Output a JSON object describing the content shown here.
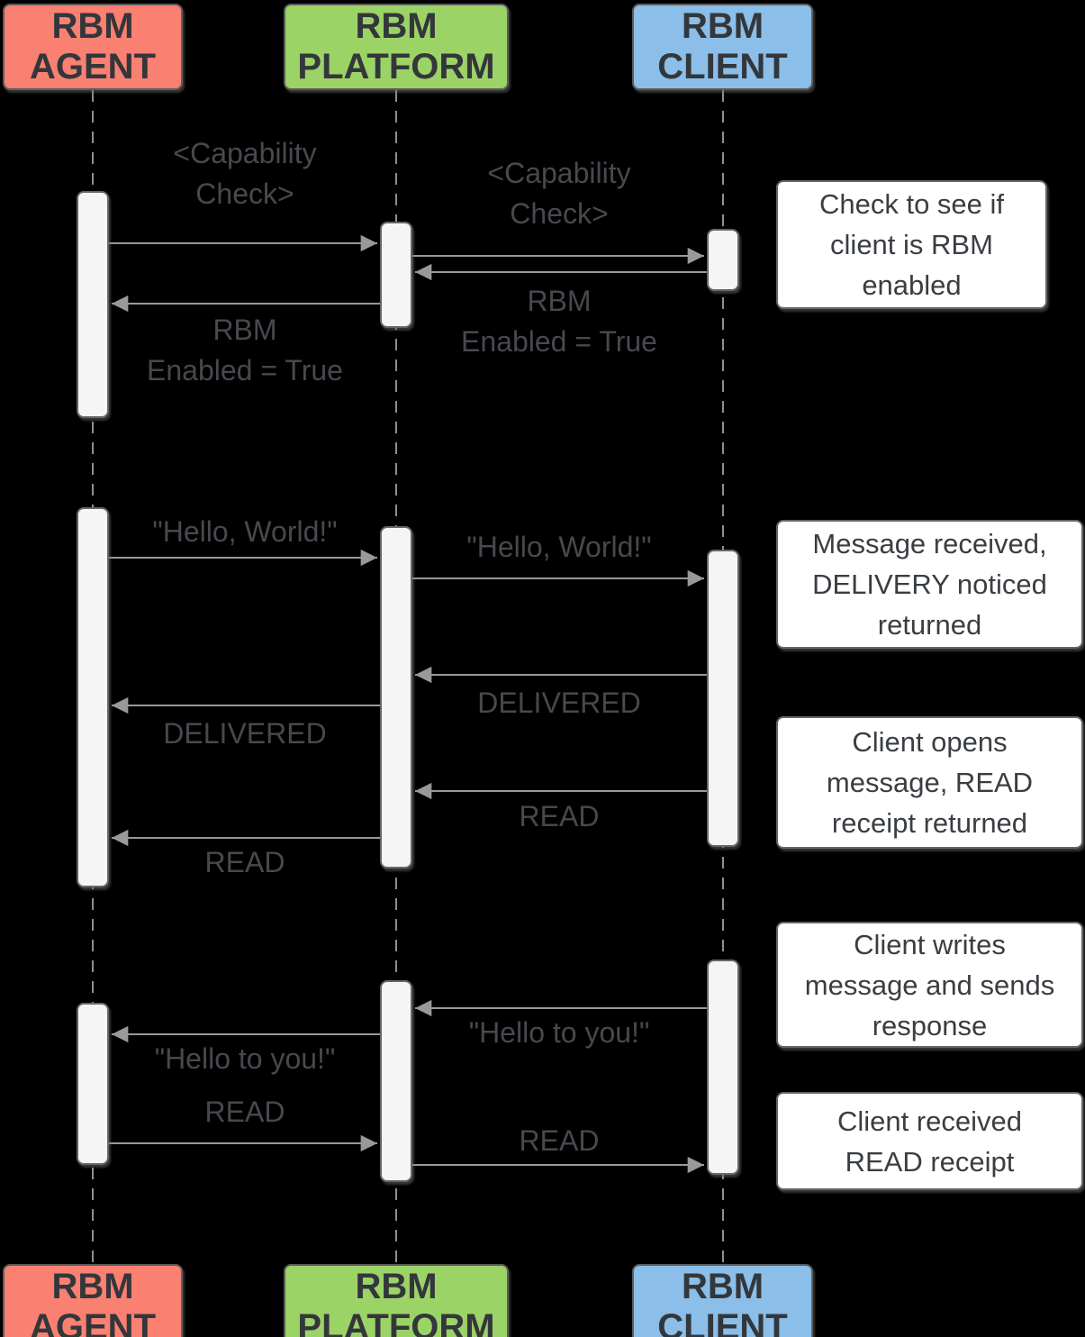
{
  "diagram": {
    "title": "RBM message sequence diagram",
    "colors": {
      "background": "#000000",
      "agent_fill": "#FA8072",
      "platform_fill": "#9CD367",
      "client_fill": "#8BBEE8",
      "box_border": "#5c5c5c",
      "arrow": "#999999",
      "activation_fill": "#F5F5F5"
    },
    "actors": {
      "agent": "RBM\nAGENT",
      "platform": "RBM\nPLATFORM",
      "client": "RBM\nCLIENT"
    },
    "messages": [
      {
        "text": "<Capability\nCheck>"
      },
      {
        "text": "<Capability\nCheck>"
      },
      {
        "text": "RBM\nEnabled = True"
      },
      {
        "text": "RBM\nEnabled = True"
      },
      {
        "text": "\"Hello, World!\""
      },
      {
        "text": "\"Hello, World!\""
      },
      {
        "text": "DELIVERED"
      },
      {
        "text": "DELIVERED"
      },
      {
        "text": "READ"
      },
      {
        "text": "READ"
      },
      {
        "text": "\"Hello to you!\""
      },
      {
        "text": "\"Hello to you!\""
      },
      {
        "text": "READ"
      },
      {
        "text": "READ"
      }
    ],
    "notes": [
      {
        "text": "Check to see if\nclient is RBM\nenabled"
      },
      {
        "text": "Message received,\nDELIVERY noticed\nreturned"
      },
      {
        "text": "Client opens\nmessage, READ\nreceipt returned"
      },
      {
        "text": "Client writes\nmessage and sends\nresponse"
      },
      {
        "text": "Client received\nREAD receipt"
      }
    ]
  }
}
